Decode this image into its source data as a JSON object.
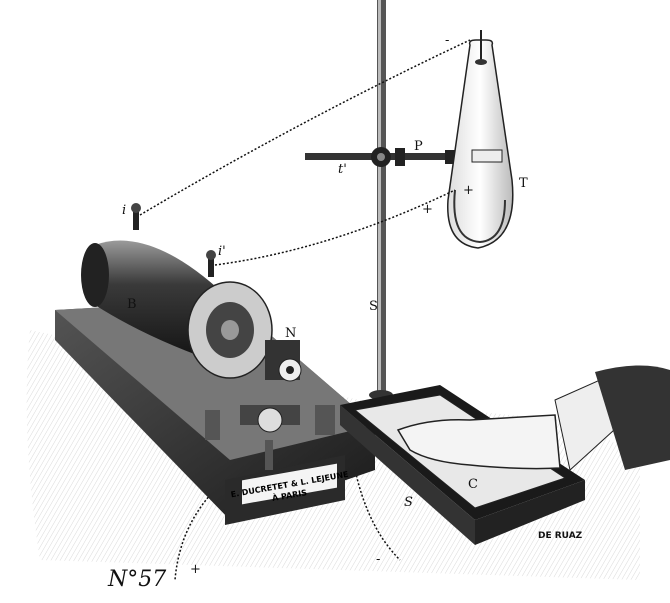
{
  "labels": {
    "i": "i",
    "i_prime": "i'",
    "B": "B",
    "N": "N",
    "P": "P",
    "t_prime": "t'",
    "T": "T",
    "S_stand": "S",
    "S_base": "S",
    "C": "C",
    "plus_tube_top": "+",
    "plus_tube_side": "+",
    "minus_tube": "-",
    "plus_bottom": "+",
    "minus_bottom": "-"
  },
  "nameplate": {
    "line1": "E. DUCRETET & L. LEJEUNE",
    "line2": "À PARIS"
  },
  "signature": "DE RUAZ",
  "figure_number": "N°57"
}
